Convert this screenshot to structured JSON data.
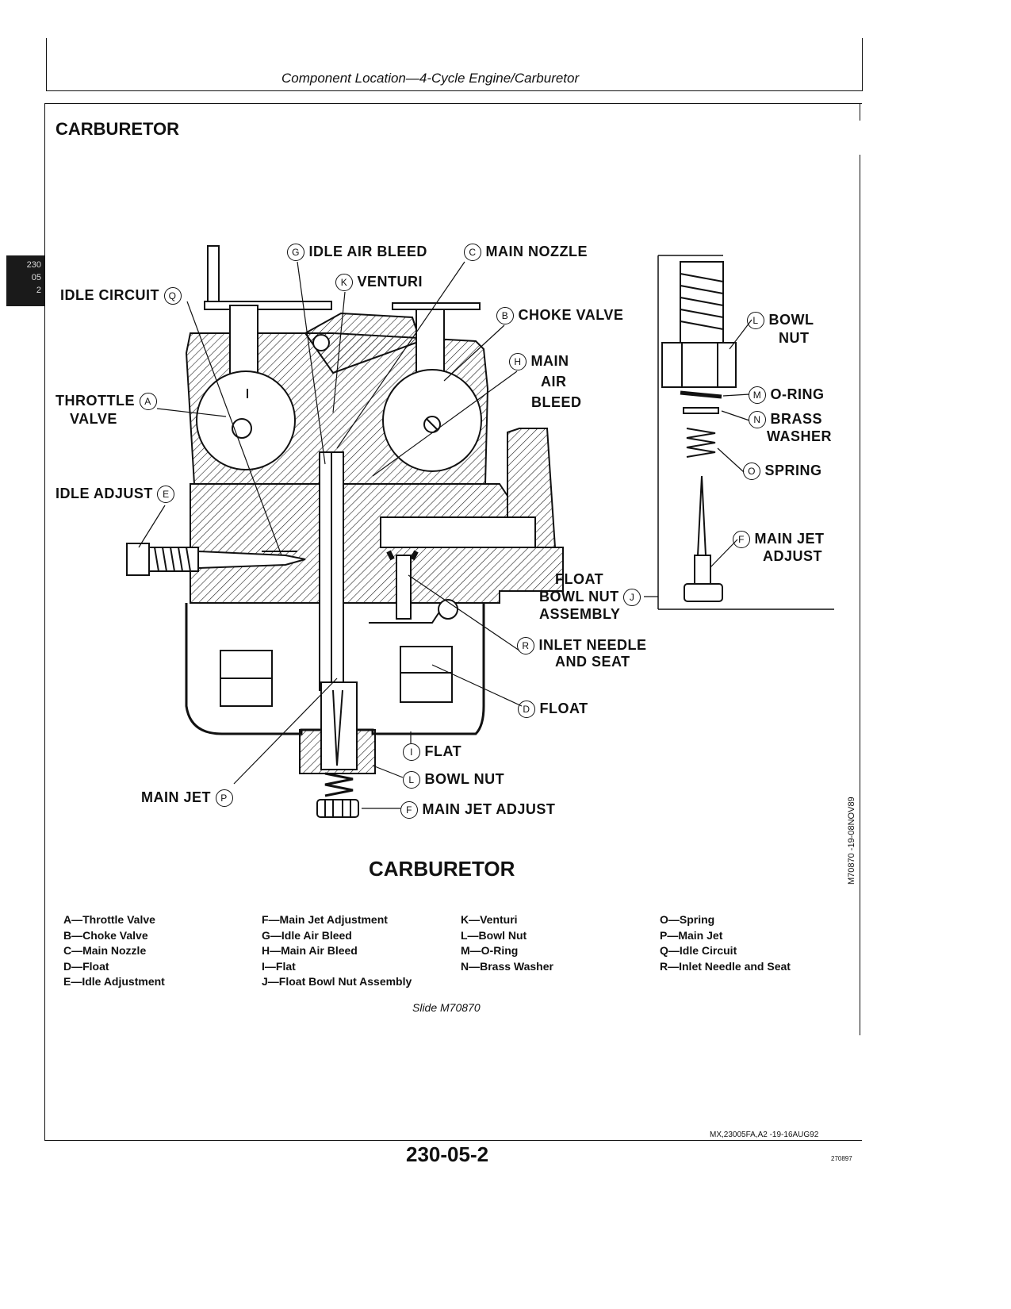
{
  "header": {
    "text": "Component Location—4-Cycle Engine/Carburetor"
  },
  "section_title": "CARBURETOR",
  "side_tab": {
    "line1": "230",
    "line2": "05",
    "line3": "2"
  },
  "callouts": {
    "idle_circuit": {
      "label": "IDLE CIRCUIT",
      "letter": "Q"
    },
    "idle_air_bleed": {
      "label": "IDLE AIR BLEED",
      "letter": "G"
    },
    "main_nozzle": {
      "label": "MAIN NOZZLE",
      "letter": "C"
    },
    "venturi": {
      "label": "VENTURI",
      "letter": "K"
    },
    "choke_valve": {
      "label": "CHOKE VALVE",
      "letter": "B"
    },
    "main_air_bleed": {
      "line1": "MAIN",
      "line2": "AIR",
      "line3": "BLEED",
      "letter": "H"
    },
    "throttle_valve": {
      "line1": "THROTTLE",
      "line2": "VALVE",
      "letter": "A"
    },
    "idle_adjust": {
      "label": "IDLE ADJUST",
      "letter": "E"
    },
    "float_bowl_nut": {
      "line1": "FLOAT",
      "line2": "BOWL NUT",
      "line3": "ASSEMBLY",
      "letter": "J"
    },
    "inlet_needle": {
      "line1": "INLET NEEDLE",
      "line2": "AND SEAT",
      "letter": "R"
    },
    "float": {
      "label": "FLOAT",
      "letter": "D"
    },
    "flat": {
      "label": "FLAT",
      "letter": "I"
    },
    "bowl_nut": {
      "label": "BOWL NUT",
      "letter": "L"
    },
    "main_jet": {
      "label": "MAIN JET",
      "letter": "P"
    },
    "main_jet_adjust": {
      "label": "MAIN JET ADJUST",
      "letter": "F"
    }
  },
  "inset": {
    "bowl_nut": {
      "line1": "BOWL",
      "line2": "NUT",
      "letter": "L"
    },
    "o_ring": {
      "label": "O-RING",
      "letter": "M"
    },
    "brass_washer": {
      "line1": "BRASS",
      "line2": "WASHER",
      "letter": "N"
    },
    "spring": {
      "label": "SPRING",
      "letter": "O"
    },
    "main_jet_adjust": {
      "line1": "MAIN JET",
      "line2": "ADJUST",
      "letter": "F"
    }
  },
  "diagram_title": "CARBURETOR",
  "legend": [
    [
      "A—Throttle Valve",
      "B—Choke Valve",
      "C—Main Nozzle",
      "D—Float",
      "E—Idle Adjustment"
    ],
    [
      "F—Main Jet Adjustment",
      "G—Idle Air Bleed",
      "H—Main Air Bleed",
      "I—Flat",
      "J—Float Bowl Nut Assembly"
    ],
    [
      "K—Venturi",
      "L—Bowl Nut",
      "M—O-Ring",
      "N—Brass Washer"
    ],
    [
      "O—Spring",
      "P—Main Jet",
      "Q—Idle Circuit",
      "R—Inlet Needle and Seat"
    ]
  ],
  "slide": "Slide M70870",
  "side_code": "M70870   -19-08NOV89",
  "footer_code": "MX,23005FA,A2  -19-16AUG92",
  "page_number": "230-05-2",
  "corner_code": "270897"
}
